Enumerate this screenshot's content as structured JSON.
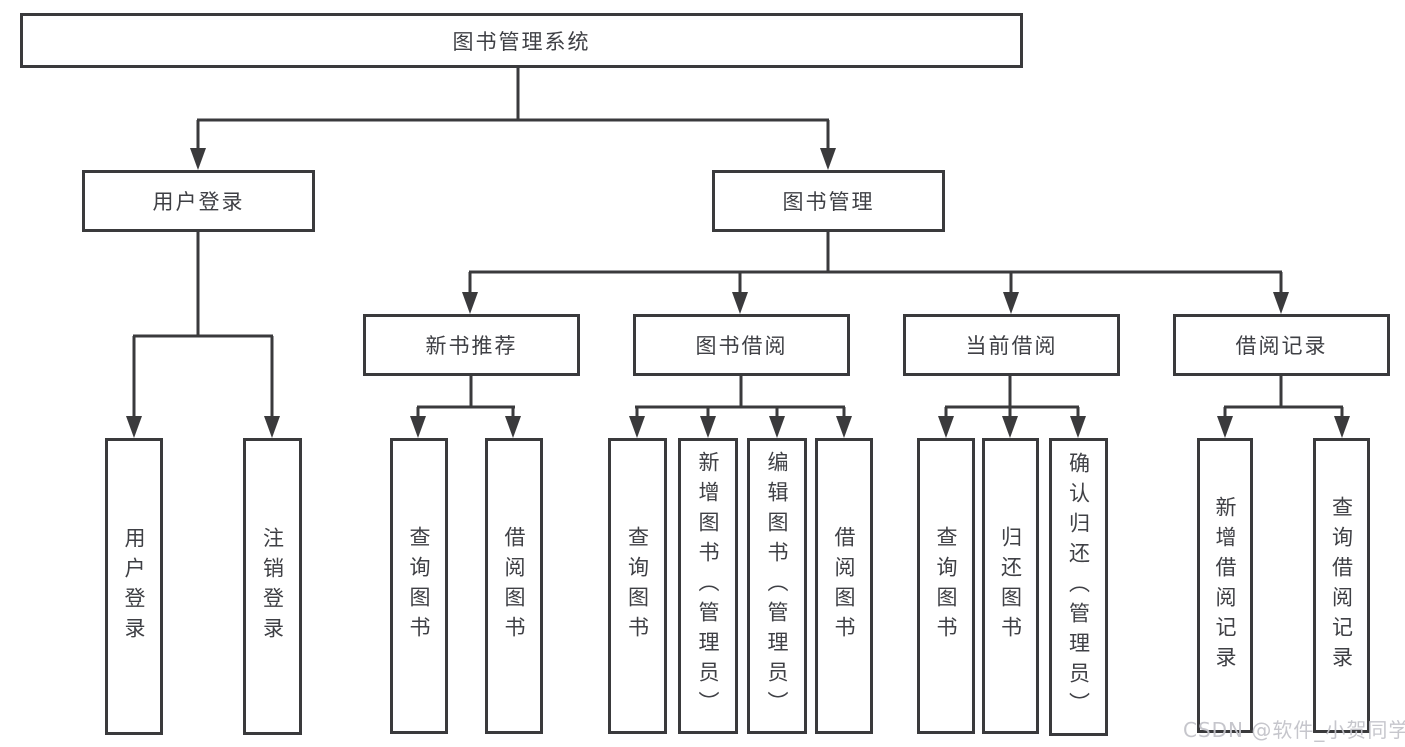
{
  "diagram_title": "图书管理系统",
  "nodes": {
    "root": "图书管理系统",
    "user_login": "用户登录",
    "book_mgmt": "图书管理",
    "new_book_rec": "新书推荐",
    "book_borrow": "图书借阅",
    "current_borrow": "当前借阅",
    "borrow_records": "借阅记录",
    "ul_user_login": "用户登录",
    "ul_logout": "注销登录",
    "nr_query_book": "查询图书",
    "nr_borrow_book": "借阅图书",
    "bb_query_book": "查询图书",
    "bb_add_book": "新增图书（管理员）",
    "bb_edit_book": "编辑图书（管理员）",
    "bb_borrow_book": "借阅图书",
    "cb_query_book": "查询图书",
    "cb_return_book": "归还图书",
    "cb_confirm_return": "确认归还（管理员）",
    "br_add_record": "新增借阅记录",
    "br_query_record": "查询借阅记录"
  },
  "hierarchy": [
    {
      "parent": "图书管理系统",
      "children": [
        "用户登录",
        "图书管理"
      ]
    },
    {
      "parent": "用户登录",
      "children": [
        "用户登录",
        "注销登录"
      ]
    },
    {
      "parent": "图书管理",
      "children": [
        "新书推荐",
        "图书借阅",
        "当前借阅",
        "借阅记录"
      ]
    },
    {
      "parent": "新书推荐",
      "children": [
        "查询图书",
        "借阅图书"
      ]
    },
    {
      "parent": "图书借阅",
      "children": [
        "查询图书",
        "新增图书（管理员）",
        "编辑图书（管理员）",
        "借阅图书"
      ]
    },
    {
      "parent": "当前借阅",
      "children": [
        "查询图书",
        "归还图书",
        "确认归还（管理员）"
      ]
    },
    {
      "parent": "借阅记录",
      "children": [
        "新增借阅记录",
        "查询借阅记录"
      ]
    }
  ],
  "watermark": "CSDN @软件_小贺同学",
  "colors": {
    "line": "#3a3a3c",
    "text": "#3f4045",
    "background": "#ffffff",
    "watermark": "#c3c4ca"
  }
}
